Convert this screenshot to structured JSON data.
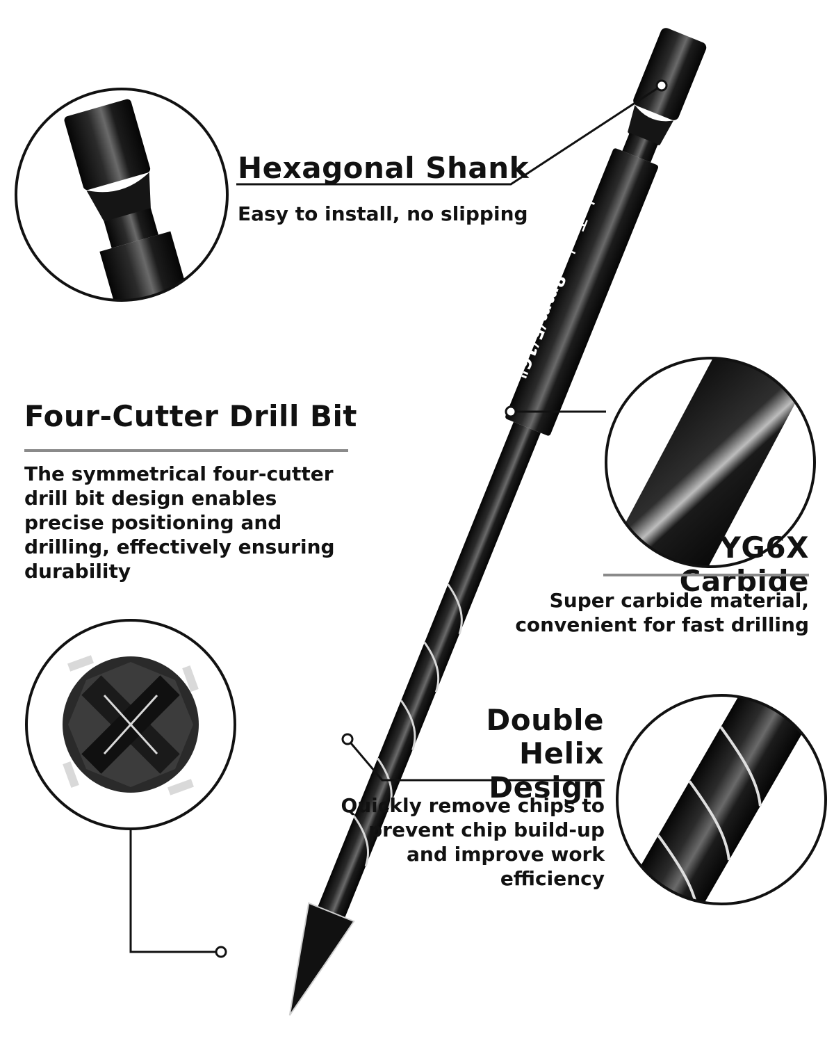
{
  "product": {
    "brand": "LyTool",
    "size": "8mm/5/16\""
  },
  "features": {
    "hex_shank": {
      "title": "Hexagonal Shank",
      "desc": "Easy to install, no slipping"
    },
    "four_cutter": {
      "title": "Four-Cutter Drill Bit",
      "desc": "The symmetrical four-cutter drill bit design enables precise positioning and drilling, effectively ensuring durability"
    },
    "carbide": {
      "title": "YG6X Carbide",
      "desc": "Super carbide material, convenient for fast drilling"
    },
    "helix": {
      "title": "Double Helix Design",
      "desc": "Quickly remove chips to prevent chip build-up and improve work efficiency"
    }
  },
  "colors": {
    "steel_dark": "#0e0e0e",
    "steel_mid": "#3a3a3a",
    "highlight": "#cfcfcf",
    "rule": "#8a8a8a"
  }
}
